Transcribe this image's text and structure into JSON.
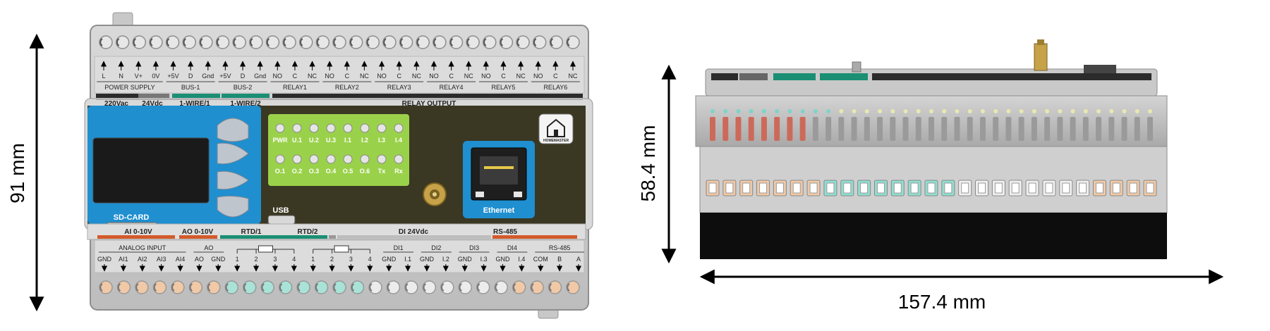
{
  "dimensions": {
    "height_front": "91 mm",
    "height_side": "58.4 mm",
    "width": "157.4 mm"
  },
  "top_terminals": {
    "pins": [
      "L",
      "N",
      "V+",
      "0V",
      "+5V",
      "D",
      "Gnd",
      "+5V",
      "D",
      "Gnd",
      "NO",
      "C",
      "NC",
      "NO",
      "C",
      "NC",
      "NO",
      "C",
      "NC",
      "NO",
      "C",
      "NC",
      "NO",
      "C",
      "NC",
      "NO",
      "C",
      "NC"
    ],
    "groups": [
      "POWER SUPPLY",
      "BUS-1",
      "BUS-2",
      "RELAY1",
      "RELAY2",
      "RELAY3",
      "RELAY4",
      "RELAY5",
      "RELAY6"
    ]
  },
  "top_labels": {
    "v220": "220Vac",
    "v24": "24Vdc",
    "wire1": "1-WIRE/1",
    "wire2": "1-WIRE/2",
    "relay_output": "RELAY OUTPUT"
  },
  "leds": {
    "row1": [
      "PWR",
      "U.1",
      "U.2",
      "U.3",
      "I.1",
      "I.2",
      "I.3",
      "I.4"
    ],
    "row2": [
      "O.1",
      "O.2",
      "O.3",
      "O.4",
      "O.5",
      "O.6",
      "Tx",
      "Rx"
    ]
  },
  "front_labels": {
    "sd_card": "SD-CARD",
    "usb": "USB",
    "ethernet": "Ethernet",
    "logo": "HOMEMASTER"
  },
  "bottom_labels": {
    "ai": "AI 0-10V",
    "ao": "AO 0-10V",
    "rtd1": "RTD/1",
    "rtd2": "RTD/2",
    "di": "DI 24Vdc",
    "rs485": "RS-485"
  },
  "bottom_terminals": {
    "groups": [
      "ANALOG INPUT",
      "AO",
      "DI1",
      "DI2",
      "DI3",
      "DI4",
      "RS-485"
    ],
    "pins": [
      "GND",
      "AI1",
      "AI2",
      "AI3",
      "AI4",
      "AO",
      "GND",
      "1",
      "2",
      "3",
      "4",
      "1",
      "2",
      "3",
      "4",
      "GND",
      "I.1",
      "GND",
      "I.2",
      "GND",
      "I.3",
      "GND",
      "I.4",
      "COM",
      "B",
      "A"
    ]
  }
}
